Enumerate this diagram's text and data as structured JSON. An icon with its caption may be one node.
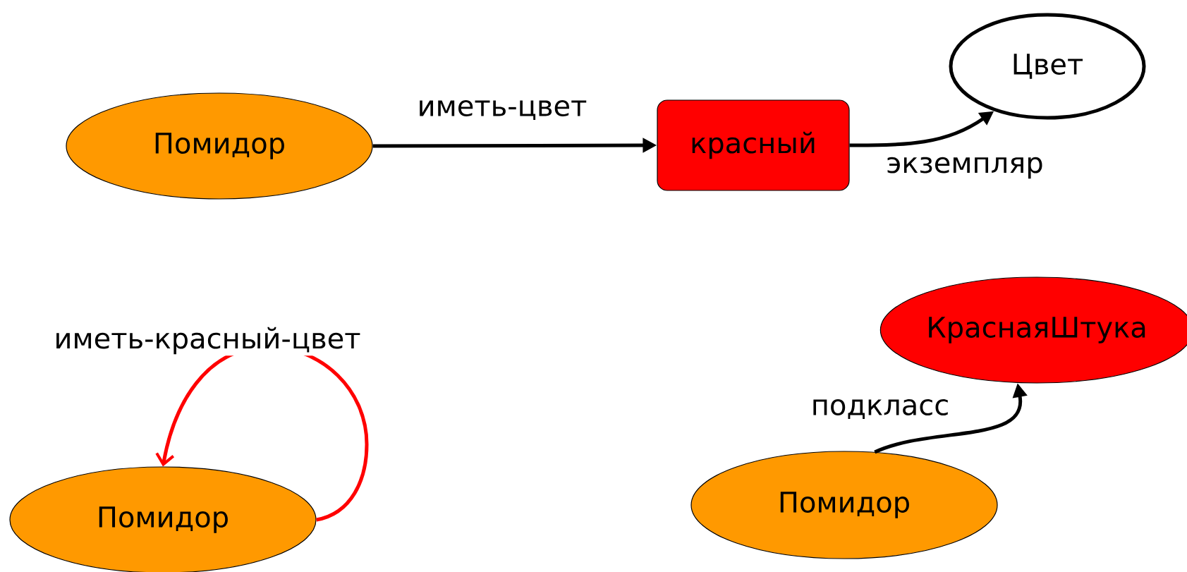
{
  "diagram": {
    "nodes": [
      {
        "text": [
          "Помидор"
        ]
      },
      {
        "text": [
          "красный"
        ]
      },
      {
        "text": [
          "Цвет"
        ]
      },
      {
        "text": [
          "Помидор"
        ]
      },
      {
        "text": [
          "КраснаяШтука"
        ]
      },
      {
        "text": [
          "Помидор"
        ]
      }
    ],
    "edges": [
      {
        "from": 0,
        "to": 1,
        "arrow": "to",
        "label": "иметь-цвет"
      },
      {
        "from": 1,
        "to": 2,
        "arrow": "to",
        "label": "экземпляр"
      },
      {
        "from": 3,
        "to": 3,
        "arrow": "to",
        "label": "иметь-красный-цвет",
        "color": "#ff0000"
      },
      {
        "from": 5,
        "to": 4,
        "arrow": "to",
        "label": "подкласс"
      }
    ]
  }
}
